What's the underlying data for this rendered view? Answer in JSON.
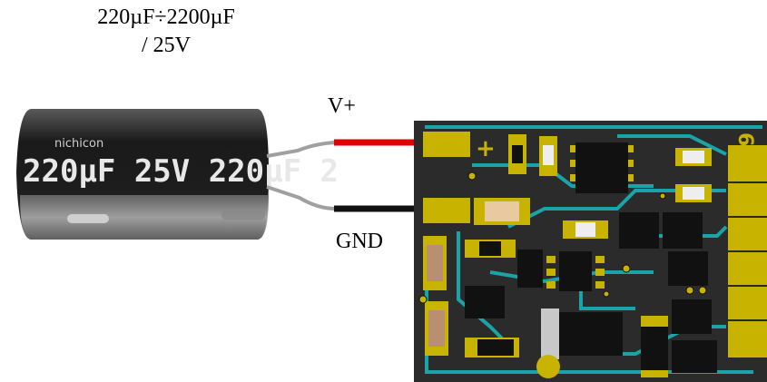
{
  "caption": {
    "line1": "220µF÷2200µF",
    "line2": "/ 25V"
  },
  "labels": {
    "vplus": "V+",
    "gnd": "GND"
  },
  "capacitor": {
    "marking": "220µF 25V 220µF 2",
    "brand": "nichicon"
  },
  "pcb": {
    "plus_sign": "+",
    "corner_digit": "6"
  },
  "colors": {
    "wire_positive": "#e00000",
    "wire_ground": "#111111",
    "pcb_board": "#2b2b2b",
    "pad_gold": "#c8b400",
    "trace": "#1aa3a8",
    "cap_body": "#222222",
    "lead": "#9a9a9a"
  }
}
